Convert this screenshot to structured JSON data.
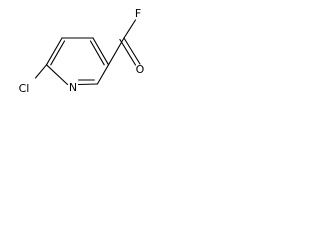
{
  "molecule": {
    "atoms": {
      "chlorine": "Cl",
      "nitrogen": "N",
      "oxygen": "O",
      "fluorine": "F"
    },
    "colors": {
      "bond": "#000000",
      "label": "#000000",
      "background": "#ffffff"
    }
  }
}
